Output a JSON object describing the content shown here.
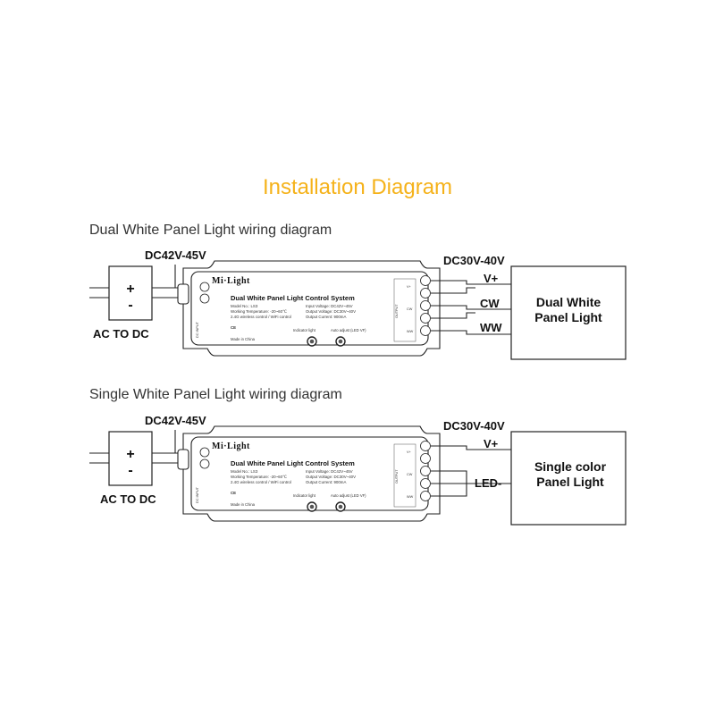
{
  "title": "Installation Diagram",
  "controller": {
    "brand": "Mi·Light",
    "name": "Dual White Panel Light Control System",
    "specs_left": [
      "Model No.: LS3",
      "Working Temperature: -20~60℃",
      "2.4G wireless control / WiFi control"
    ],
    "specs_right": [
      "Input Voltage: DC42V~45V",
      "Output Voltage: DC30V~40V",
      "Output Current: 900mA"
    ],
    "made_in": "Made in China",
    "ce_mark": "CE",
    "indicator_label": "Indicator light",
    "auto_adjust_label": "Auto adjust (LED VF)",
    "output_label": "OUTPUT",
    "output_terminals": [
      "V+",
      "CW",
      "WW"
    ],
    "input_dc_label": "DC INPUT"
  },
  "diagrams": [
    {
      "heading": "Dual White Panel Light wiring diagram",
      "input_voltage": "DC42V-45V",
      "output_voltage": "DC30V-40V",
      "plus": "+",
      "minus": "-",
      "source_label": "AC TO DC",
      "wire_labels": [
        "V+",
        "CW",
        "WW"
      ],
      "panel_lines": [
        "Dual White",
        "Panel Light"
      ]
    },
    {
      "heading": "Single White Panel Light wiring diagram",
      "input_voltage": "DC42V-45V",
      "output_voltage": "DC30V-40V",
      "plus": "+",
      "minus": "-",
      "source_label": "AC TO DC",
      "wire_labels": [
        "V+",
        "LED-"
      ],
      "panel_lines": [
        "Single color",
        "Panel Light"
      ]
    }
  ]
}
